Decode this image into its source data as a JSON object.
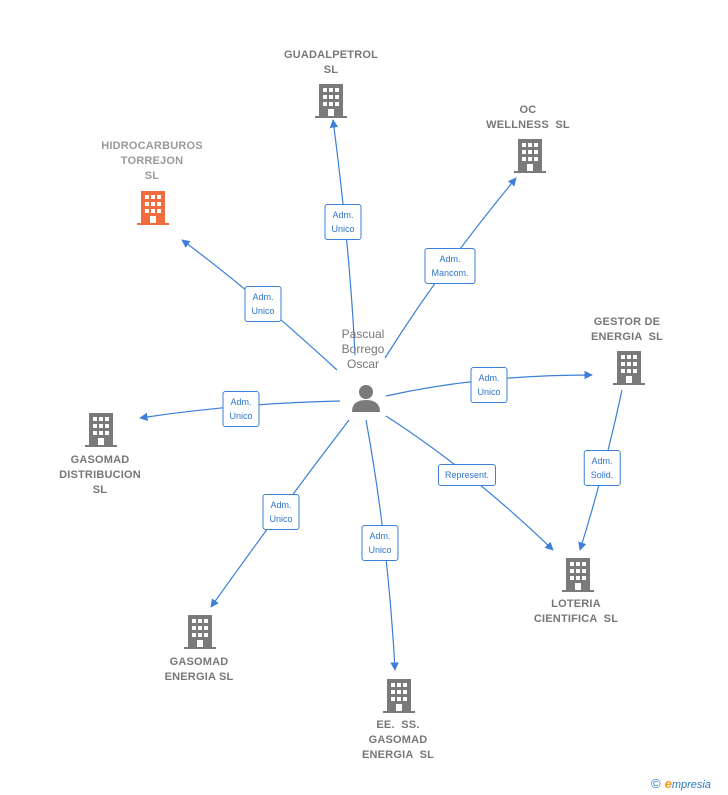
{
  "colors": {
    "edge": "#3b7fd6",
    "company_icon": "#7a7a7a",
    "company_icon_highlight": "#f26d3d",
    "label_text": "#777777"
  },
  "person": {
    "name": "Pascual\nBorrego\nOscar",
    "icon": "person-icon"
  },
  "companies": {
    "guadalpetrol": {
      "name": "GUADALPETROL\nSL",
      "icon": "building-icon"
    },
    "oc_wellness": {
      "name": "OC\nWELLNESS  SL",
      "icon": "building-icon"
    },
    "hidrocarburos": {
      "name": "HIDROCARBUROS\nTORREJON\nSL",
      "icon": "building-icon",
      "highlight": true
    },
    "gestor_energia": {
      "name": "GESTOR DE\nENERGIA  SL",
      "icon": "building-icon"
    },
    "gasomad_distribucion": {
      "name": "GASOMAD\nDISTRIBUCION\nSL",
      "icon": "building-icon"
    },
    "loteria": {
      "name": "LOTERIA\nCIENTIFICA  SL",
      "icon": "building-icon"
    },
    "gasomad_energia": {
      "name": "GASOMAD\nENERGIA SL",
      "icon": "building-icon"
    },
    "ee_ss_gasomad": {
      "name": "EE.  SS.\nGASOMAD\nENERGIA  SL",
      "icon": "building-icon"
    }
  },
  "edges": {
    "to_guadalpetrol": "Adm.\nUnico",
    "to_oc_wellness": "Adm.\nMancom.",
    "to_hidrocarburos": "Adm.\nUnico",
    "to_gestor_energia": "Adm.\nUnico",
    "to_gasomad_distribucion": "Adm.\nUnico",
    "to_loteria": "Represent.",
    "to_gasomad_energia": "Adm.\nUnico",
    "to_ee_ss_gasomad": "Adm.\nUnico",
    "gestor_to_loteria": "Adm.\nSolid."
  },
  "footer": {
    "copyright_symbol": "©",
    "brand_initial": "e",
    "brand_rest": "mpresia"
  }
}
